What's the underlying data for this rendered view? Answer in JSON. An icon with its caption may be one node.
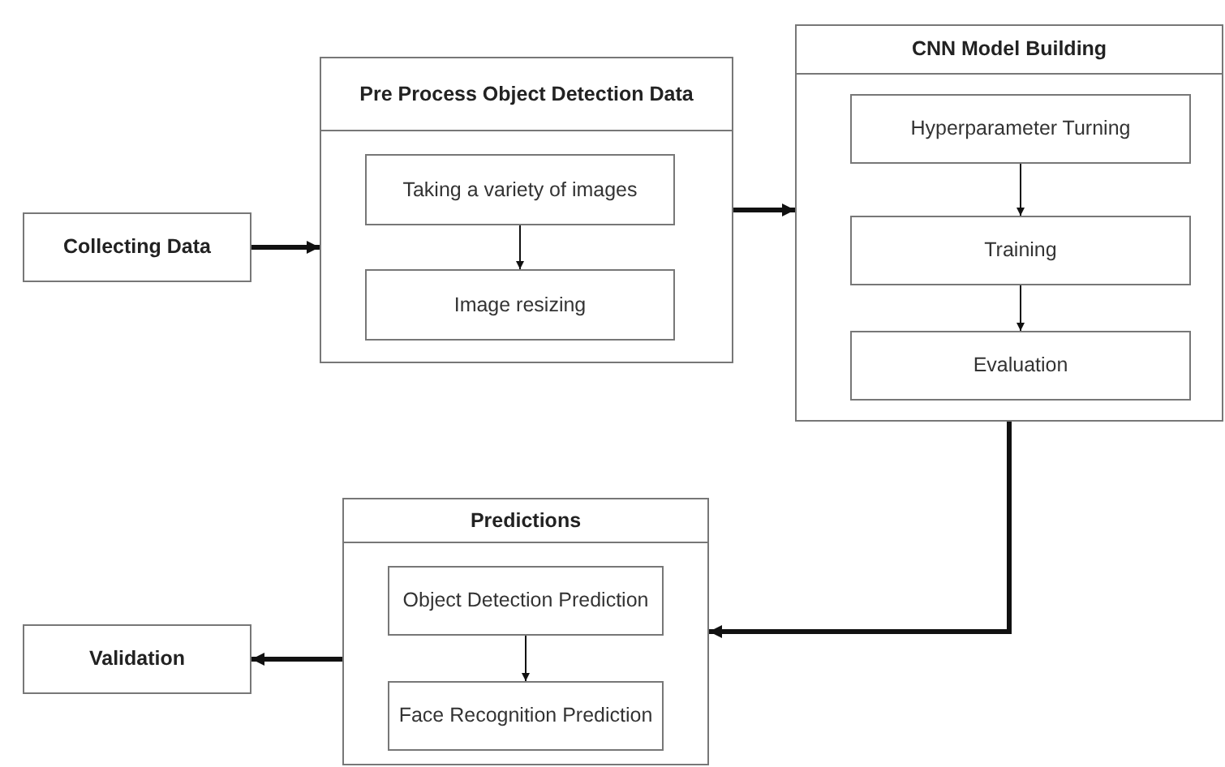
{
  "diagram": {
    "nodes": [
      {
        "text": [
          "Collecting Data"
        ]
      },
      {
        "text": [
          "Pre Process Object Detection Data"
        ]
      },
      {
        "text": [
          "Taking a variety of images"
        ],
        "in": 1
      },
      {
        "text": [
          "Image resizing"
        ],
        "in": 1
      },
      {
        "text": [
          "CNN Model Building"
        ]
      },
      {
        "text": [
          "Hyperparameter Turning"
        ],
        "in": 4
      },
      {
        "text": [
          "Training"
        ],
        "in": 4
      },
      {
        "text": [
          "Evaluation"
        ],
        "in": 4
      },
      {
        "text": [
          "Predictions"
        ]
      },
      {
        "text": [
          "Object Detection Prediction"
        ],
        "in": 8
      },
      {
        "text": [
          "Face Recognition Prediction"
        ],
        "in": 8
      },
      {
        "text": [
          "Validation"
        ]
      }
    ],
    "edges": [
      {
        "from": 0,
        "to": 1,
        "arrow": "to",
        "style": "thick"
      },
      {
        "from": 2,
        "to": 3,
        "arrow": "to"
      },
      {
        "from": 1,
        "to": 4,
        "arrow": "to",
        "style": "thick"
      },
      {
        "from": 5,
        "to": 6,
        "arrow": "to"
      },
      {
        "from": 6,
        "to": 7,
        "arrow": "to"
      },
      {
        "from": 4,
        "to": 8,
        "arrow": "to",
        "style": "thick"
      },
      {
        "from": 9,
        "to": 10,
        "arrow": "to"
      },
      {
        "from": 8,
        "to": 11,
        "arrow": "to",
        "style": "thick"
      }
    ]
  }
}
